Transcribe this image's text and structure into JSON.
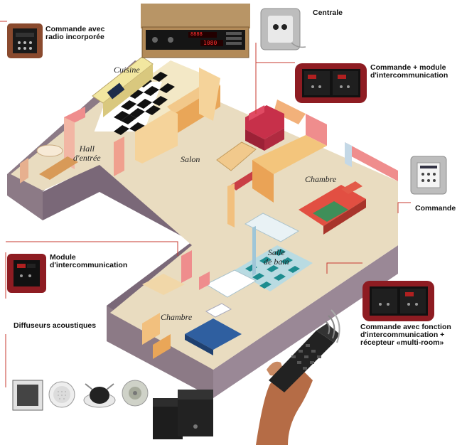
{
  "labels": {
    "commande_radio": [
      "Commande avec",
      "radio incorporée"
    ],
    "centrale": "Centrale",
    "commande_module": [
      "Commande + module",
      "d'intercommunication"
    ],
    "commande": "Commande",
    "module": [
      "Module",
      "d'intercommunication"
    ],
    "diffuseurs": "Diffuseurs acoustiques",
    "commande_fonction": [
      "Commande avec fonction",
      "d'intercommunication +",
      "récepteur «multi-room»"
    ]
  },
  "rooms": {
    "cuisine": "Cuisine",
    "hall": [
      "Hall",
      "d'entrée"
    ],
    "salon": "Salon",
    "chambre_1": "Chambre",
    "salle_de_bain": [
      "Salle",
      "de bain"
    ],
    "chambre_2": "Chambre"
  },
  "device_displays": {
    "centrale_top": "8888",
    "centrale_main": "1080"
  },
  "colors": {
    "leader_line": "#c7392f",
    "device_frame_red": "#8e1c22",
    "device_frame_brown": "#8a4a2e",
    "device_frame_grey": "#bdbdbd",
    "floor": "#e9dcc0",
    "wall_cut": "#ef8d8d",
    "wall_ext": "#8c7a86"
  }
}
